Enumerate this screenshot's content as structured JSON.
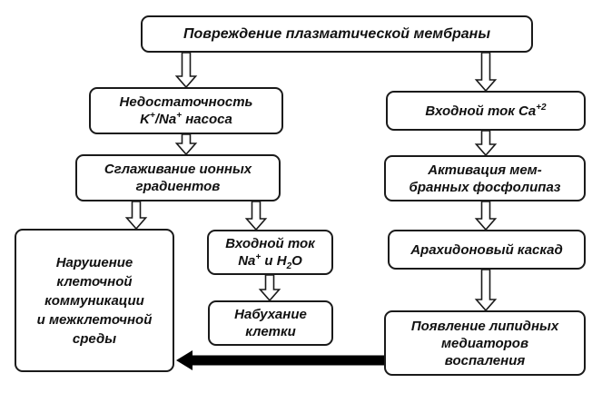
{
  "diagram": {
    "nodes": {
      "membrane_damage": {
        "lines": [
          "Повреждение плазматической мембраны"
        ]
      },
      "pump_failure": {
        "lines": [
          "Недостаточность",
          "K<sup>+</sup>/Na<sup>+</sup> насоса"
        ]
      },
      "calcium_inflow": {
        "lines": [
          "Входной ток Ca<sup>+2</sup>"
        ]
      },
      "gradient_smoothing": {
        "lines": [
          "Сглаживание ионных",
          "градиентов"
        ]
      },
      "phospholipase_activation": {
        "lines": [
          "Активация мем-",
          "бранных фосфолипаз"
        ]
      },
      "communication_disorder": {
        "lines": [
          "Нарушение",
          "клеточной",
          "коммуникации",
          "и межклеточной",
          "среды"
        ]
      },
      "sodium_water_inflow": {
        "lines": [
          "Входной ток",
          "Na<sup>+</sup> и H<sub>2</sub>O"
        ]
      },
      "arachidonic_cascade": {
        "lines": [
          "Арахидоновый каскад"
        ]
      },
      "cell_swelling": {
        "lines": [
          "Набухание",
          "клетки"
        ]
      },
      "lipid_mediators": {
        "lines": [
          "Появление липидных",
          "медиаторов",
          "воспаления"
        ]
      }
    },
    "edges": [
      {
        "from": "membrane_damage",
        "to": "pump_failure",
        "style": "hollow"
      },
      {
        "from": "membrane_damage",
        "to": "calcium_inflow",
        "style": "hollow"
      },
      {
        "from": "pump_failure",
        "to": "gradient_smoothing",
        "style": "hollow"
      },
      {
        "from": "gradient_smoothing",
        "to": "communication_disorder",
        "style": "hollow"
      },
      {
        "from": "gradient_smoothing",
        "to": "sodium_water_inflow",
        "style": "hollow"
      },
      {
        "from": "sodium_water_inflow",
        "to": "cell_swelling",
        "style": "hollow"
      },
      {
        "from": "calcium_inflow",
        "to": "phospholipase_activation",
        "style": "hollow"
      },
      {
        "from": "phospholipase_activation",
        "to": "arachidonic_cascade",
        "style": "hollow"
      },
      {
        "from": "arachidonic_cascade",
        "to": "lipid_mediators",
        "style": "hollow"
      },
      {
        "from": "lipid_mediators",
        "to": "communication_disorder",
        "style": "bold"
      }
    ],
    "colors": {
      "stroke": "#1a1a1a",
      "text": "#111111",
      "background": "#ffffff",
      "bold_arrow": "#000000"
    }
  }
}
